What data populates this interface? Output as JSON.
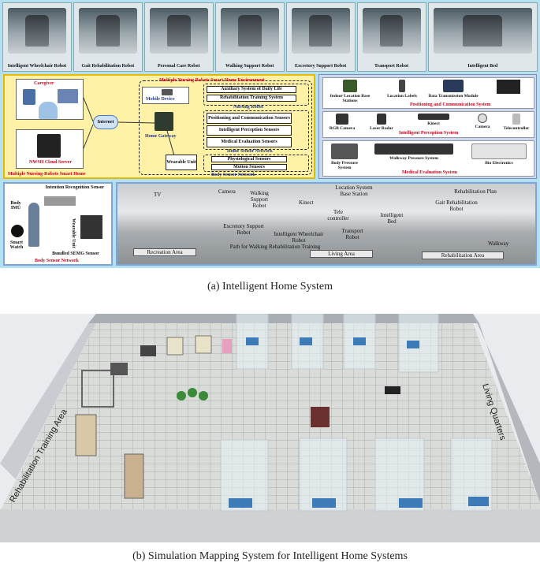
{
  "robots": [
    {
      "label": "Intelligent Wheelchair Robot"
    },
    {
      "label": "Gait Rehabilitation Robot"
    },
    {
      "label": "Personal Care Robot"
    },
    {
      "label": "Walking Support Robot"
    },
    {
      "label": "Excretory Support Robot"
    },
    {
      "label": "Transport Robot"
    },
    {
      "label": "Intelligent Bed"
    }
  ],
  "smart_home": {
    "caregiver": "Caregiver",
    "mobile_device": "Mobile Device",
    "internet": "Internet",
    "cloud_server": "NWSH Cloud Server",
    "home_gateway": "Home Gateway",
    "env_title": "Multiple Nursing Robots Smart Home Environment",
    "nursing_robot_items": [
      "Auxiliary System of Daily Life",
      "Rehabilitation Training System"
    ],
    "nursing_robot_label": "Nursing Robot",
    "home_sensor_items": [
      "Positioning and Communication Sensors",
      "Intelligent Perception Sensors",
      "Medical Evaluation Sensors"
    ],
    "home_sensor_label": "Home Sensor Network",
    "wearable_unit": "Wearable Unit",
    "body_sensor_items": [
      "Physiological Sensors",
      "Motion Sensors"
    ],
    "body_sensor_label": "Body Sensor Network",
    "footer": "Multiple Nursing-Robots Smart Home"
  },
  "positioning": {
    "devices": [
      "Indoor Location Base Stations",
      "Location Labels",
      "Data Transmission Module"
    ],
    "title": "Positioning and Communication System"
  },
  "perception": {
    "devices": [
      "RGB Camera",
      "Laser Radar",
      "Kinect",
      "Camera",
      "Telecontroller"
    ],
    "title": "Intelligent Perception System"
  },
  "medical": {
    "devices": [
      "Body Pressure System",
      "Walkway Pressure System",
      "Bio Electronics"
    ],
    "title": "Medical Evaluation System"
  },
  "body_sensor_network": {
    "intention": "Intention Recognition Sensor",
    "body_imu": "Body IMU",
    "smart_watch": "Smart Watch",
    "wearable": "Wearable Unit",
    "semg": "Bundled SEMG Sensor",
    "title": "Body Sensor Network"
  },
  "home_photo": {
    "labels": [
      "TV",
      "Camera",
      "Walking Support Robot",
      "Location System Base Station",
      "Kinect",
      "Rehabilitation Plan",
      "Gait Rehabilitation Robot",
      "Tele controller",
      "Intelligent Bed",
      "Excretory Support Robot",
      "Intelligent Wheelchair Robot",
      "Transport Robot",
      "Walkway",
      "Path for Walking Rehabilitation Training"
    ],
    "areas": [
      "Recreation Area",
      "Living Area",
      "Rehabilitation Area"
    ]
  },
  "caption_a": "(a) Intelligent Home System",
  "sim": {
    "left_area": "Rehabilitation Training Area",
    "right_area": "Living Quarters"
  },
  "caption_b": "(b) Simulation Mapping System for Intelligent Home Systems"
}
